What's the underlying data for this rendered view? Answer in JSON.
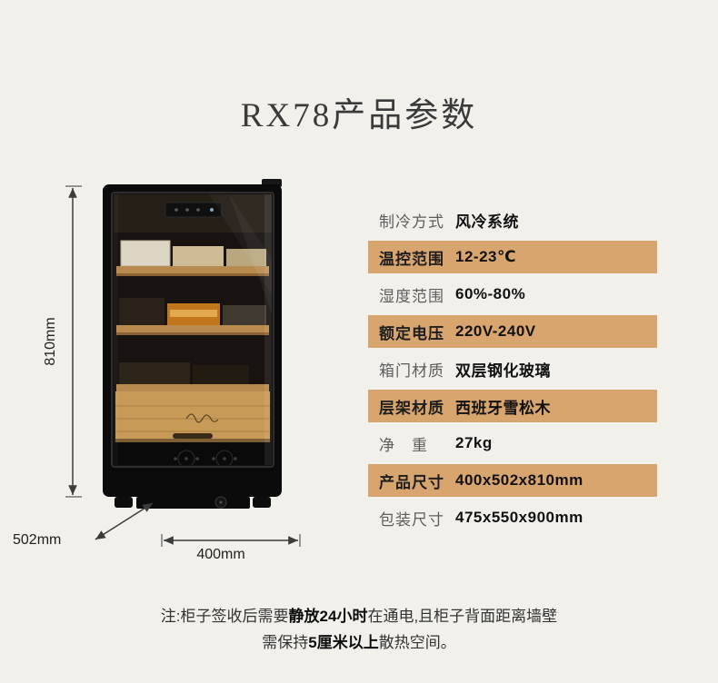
{
  "page": {
    "title": "RX78产品参数",
    "note_line1_prefix": "注:柜子签收后需要",
    "note_line1_bold": "静放24小时",
    "note_line1_suffix": "在通电,且柜子背面距离墙壁",
    "note_line2_prefix": "需保持",
    "note_line2_bold": "5厘米以上",
    "note_line2_suffix": "散热空间。"
  },
  "colors": {
    "background": "#f2f0ea",
    "accent_bar": "#d8a56e",
    "cabinet_body": "#0b0b0b",
    "shelf_wood": "#c79a57"
  },
  "dimensions": {
    "height": "810mm",
    "depth": "502mm",
    "width": "400mm"
  },
  "specs": [
    {
      "label": "制冷方式",
      "value": "风冷系统"
    },
    {
      "label": "温控范围",
      "value": "12-23℃"
    },
    {
      "label": "湿度范围",
      "value": "60%-80%"
    },
    {
      "label": "额定电压",
      "value": "220V-240V"
    },
    {
      "label": "箱门材质",
      "value": "双层钢化玻璃"
    },
    {
      "label": "层架材质",
      "value": "西班牙雪松木"
    },
    {
      "label": "净　重",
      "value": "27kg"
    },
    {
      "label": "产品尺寸",
      "value": "400x502x810mm"
    },
    {
      "label": "包装尺寸",
      "value": "475x550x900mm"
    }
  ]
}
